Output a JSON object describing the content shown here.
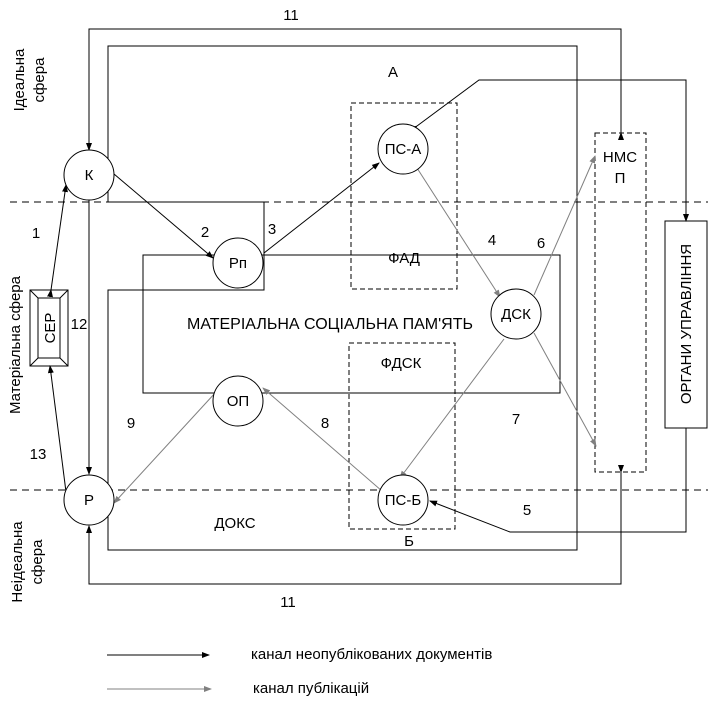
{
  "spheres": {
    "ideal": [
      "Ідеальна",
      "сфера"
    ],
    "material": "Матеріальна сфера",
    "nonideal": [
      "Неідеальна",
      "сфера"
    ]
  },
  "regions": {
    "a": "А",
    "b": "Б",
    "fad": "ФАД",
    "fdsk": "ФДСК",
    "memory": "МАТЕРІАЛЬНА СОЦІАЛЬНА ПАМ'ЯТЬ",
    "doks": "ДОКС"
  },
  "nodes": {
    "k": "К",
    "rp": "Рп",
    "ps_a": "ПС-А",
    "dsk": "ДСК",
    "op": "ОП",
    "ps_b": "ПС-Б",
    "r": "Р",
    "ser": "СЕР",
    "nmsp": [
      "НМС",
      "П"
    ],
    "organy": "ОРГАНИ УПРАВЛІННЯ"
  },
  "edge_labels": {
    "e1": "1",
    "e2": "2",
    "e3": "3",
    "e4": "4",
    "e5": "5",
    "e6": "6",
    "e7": "7",
    "e8": "8",
    "e9": "9",
    "e11_top": "11",
    "e11_bottom": "11",
    "e12": "12",
    "e13": "13"
  },
  "legend": {
    "unpublished": "канал неопублікованих документів",
    "publications": "канал публікацій"
  },
  "colors": {
    "unpublished_channel": "#000000",
    "publication_channel": "#808080"
  }
}
